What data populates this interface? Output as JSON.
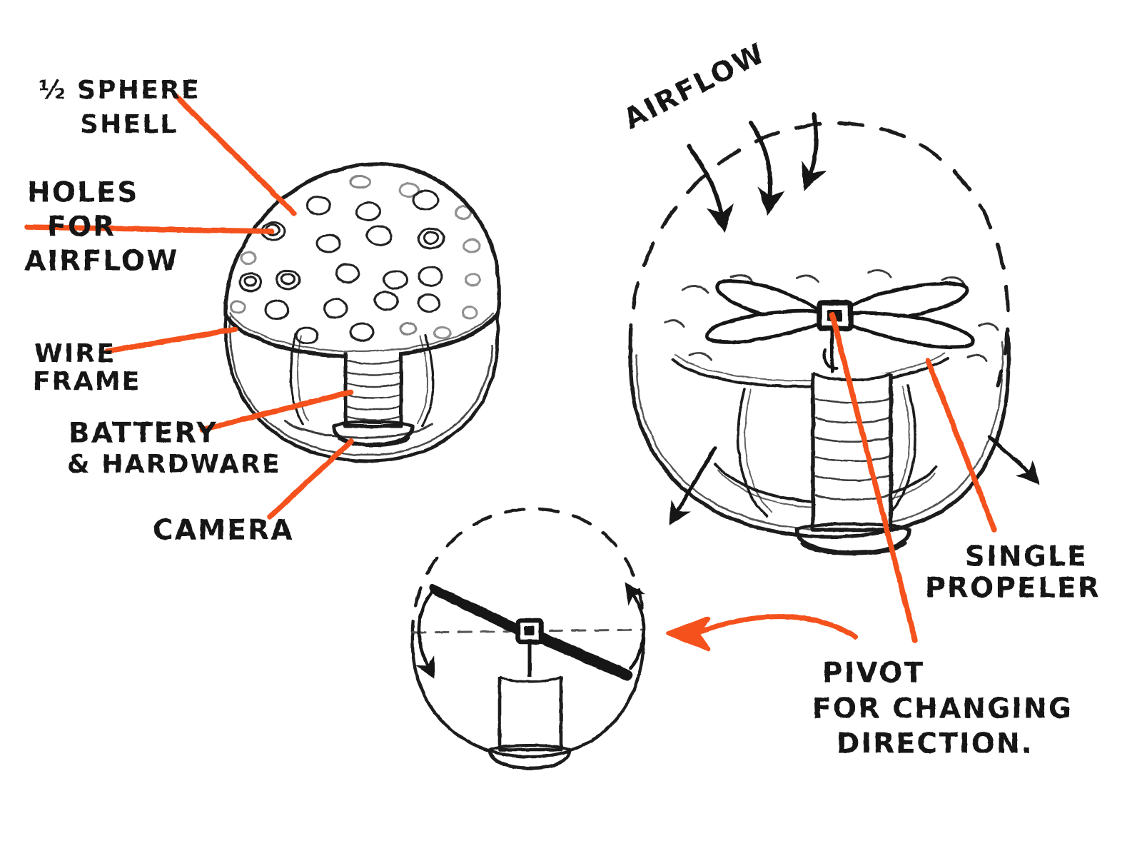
{
  "sketch": {
    "title": "Spherical drone concept sketch",
    "background_color": "#ffffff",
    "ink_color": "#141414",
    "accent_color": "#F4511E"
  },
  "annotations": {
    "half_sphere_shell": "½ SPHERE",
    "half_sphere_shell_line2": "SHELL",
    "holes_line1": "HOLES",
    "holes_line2": "FOR",
    "holes_line3": "AIRFLOW",
    "wire_frame_line1": "WIRE",
    "wire_frame_line2": "FRAME",
    "battery_line1": "BATTERY",
    "battery_line2": "& HARDWARE",
    "camera": "CAMERA",
    "airflow": "AIRFLOW",
    "single_propeler_line1": "SINGLE",
    "single_propeler_line2": "PROPELER",
    "pivot_line1": "PIVOT",
    "pivot_line2": "FOR CHANGING",
    "pivot_line3": "DIRECTION."
  },
  "figures": {
    "left": {
      "name": "exterior-view",
      "parts": [
        "half sphere shell",
        "holes for airflow",
        "wire frame",
        "battery & hardware",
        "camera"
      ]
    },
    "right": {
      "name": "cutaway-view",
      "parts": [
        "airflow",
        "single propeler",
        "pivot for changing direction"
      ]
    },
    "inset": {
      "name": "pivot-detail-view",
      "parts": [
        "tilted propeller",
        "pivot axis",
        "rotation arrows"
      ]
    }
  },
  "leader_lines": {
    "count": 6,
    "color": "#F4511E"
  }
}
